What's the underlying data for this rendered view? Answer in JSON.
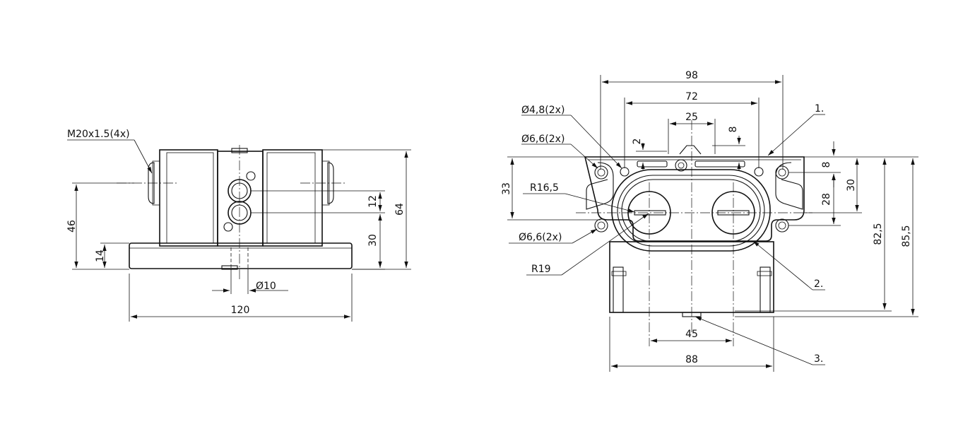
{
  "left_view": {
    "thread_callout": "M20x1.5(4x)",
    "dims": {
      "width": "120",
      "height_total": "64",
      "height_axis": "46",
      "base_height": "14",
      "hole_offset": "30",
      "hole_pitch": "12",
      "pin_dia": "Ø10"
    }
  },
  "right_view": {
    "dims": {
      "overall_width": "98",
      "hole_spacing": "72",
      "top_width": "25",
      "top_height_8": "8",
      "small_2": "2",
      "left_33": "33",
      "right_8": "8",
      "right_28": "28",
      "right_30": "30",
      "height_82_5": "82,5",
      "height_85_5": "85,5",
      "bottom_45": "45",
      "bottom_88": "88"
    },
    "callouts": {
      "hole_4_8": "Ø4,8(2x)",
      "hole_6_6_top": "Ø6,6(2x)",
      "hole_6_6_bottom": "Ø6,6(2x)",
      "radius_16_5": "R16,5",
      "radius_19": "R19"
    },
    "balloons": [
      "1.",
      "2.",
      "3."
    ]
  }
}
